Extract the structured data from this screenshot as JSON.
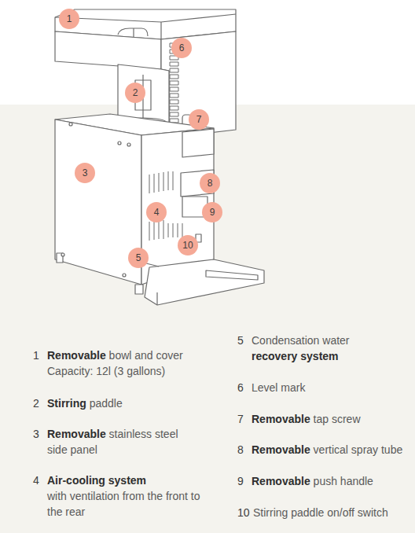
{
  "diagram": {
    "nodes": [
      {
        "text": [
          "1"
        ]
      },
      {
        "text": [
          "6"
        ]
      },
      {
        "text": [
          "2"
        ]
      },
      {
        "text": [
          "7"
        ]
      },
      {
        "text": [
          "3"
        ]
      },
      {
        "text": [
          "8"
        ]
      },
      {
        "text": [
          "4"
        ]
      },
      {
        "text": [
          "9"
        ]
      },
      {
        "text": [
          "10"
        ]
      },
      {
        "text": [
          "5"
        ]
      }
    ],
    "labels": [
      "1",
      "Removable",
      "bowl and cover",
      "Capacity: 12l (3 gallons)",
      "2",
      "Stirring",
      "paddle",
      "3",
      "Removable",
      "stainless steel side panel",
      "4",
      "Air-cooling system",
      "with ventilation from the front to the rear",
      "5",
      "Condensation water",
      "recovery system",
      "6",
      "Level mark",
      "7",
      "Removable",
      "tap screw",
      "8",
      "Removable",
      "vertical spray tube",
      "9",
      "Removable",
      "push handle",
      "10",
      "Stirring paddle on/off switch"
    ]
  }
}
